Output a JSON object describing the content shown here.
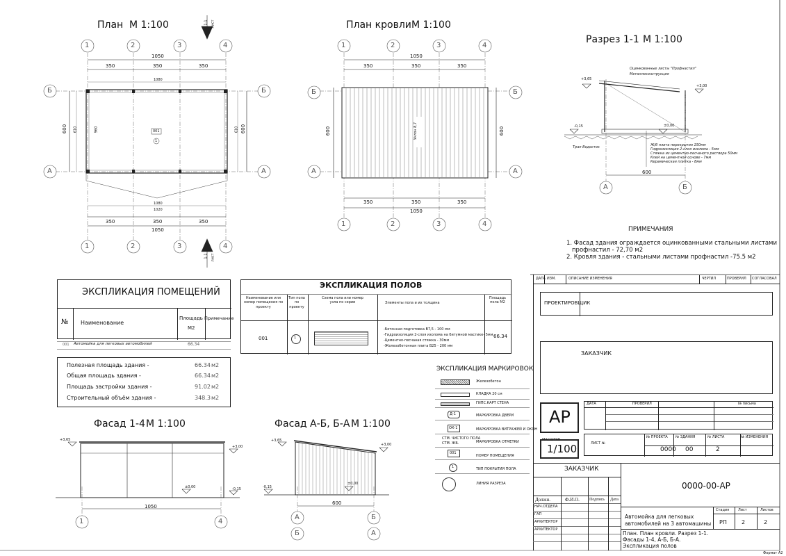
{
  "plan": {
    "title": "План",
    "scale": "М 1:100",
    "room_num": "001",
    "room_type": "1",
    "section_top": "1-1",
    "section_bottom": "1-1",
    "sheet_ref_top": "лист",
    "sheet_ref_bottom": "лист"
  },
  "roof_plan": {
    "title": "План кровли",
    "scale": "М 1:100",
    "slope_label": "Уклон 8,7"
  },
  "section": {
    "title": "Разрез 1-1",
    "scale": "М 1:100",
    "callouts": [
      "Оцинкованные листы \"Профнастил\"",
      "Металлоконструкция"
    ],
    "layers": [
      "Ж/б плита перекрытия 150мм",
      "Гидроизоляция 2-слоя изолома - 5мм",
      "Стяжка из цементно-песчаного раствора 50мм",
      "Клей на цементной основе - 7мм",
      "Керамическая плитка - 8мм"
    ],
    "drain_label": "Трап Водосток",
    "lev_365": "+3,65",
    "lev_300": "+3,00",
    "lev_000": "±0,00",
    "lev_m015": "-0,15",
    "width": "600"
  },
  "axes": {
    "numbers": [
      "1",
      "2",
      "3",
      "4"
    ],
    "letters": [
      "А",
      "Б"
    ]
  },
  "dims": {
    "total": "1050",
    "span": "350",
    "height": "600",
    "inner_total": "1080",
    "inner_h": "610",
    "roof_h": "960",
    "inner": "1020"
  },
  "notes": {
    "title": "ПРИМЕЧАНИЯ",
    "line1": "1. Фасад здания ограждается оцинкованными стальными листами",
    "line1b": "профнастил - 72,70 м2",
    "line2": "2. Кровля здания - стальными листами профнастил -75.5 м2"
  },
  "rooms": {
    "title": "ЭКСПЛИКАЦИЯ ПОМЕЩЕНИЙ",
    "col_num": "№",
    "col_name": "Наименование",
    "col_area": "Площадь",
    "col_area_unit": "М2",
    "col_note": "Примечание",
    "row": {
      "num": "001",
      "name": "Автомойка для легковых автомобилей",
      "area": "66.34"
    }
  },
  "areas": [
    {
      "label": "Полезная площадь здания -",
      "value": "66.34",
      "unit": "м2"
    },
    {
      "label": "Общая площадь здания -",
      "value": "66.34",
      "unit": "м2"
    },
    {
      "label": "Площадь застройки здания -",
      "value": "91.02",
      "unit": "м2"
    },
    {
      "label": "Строительный объём  здания -",
      "value": "348.3",
      "unit": "м2"
    }
  ],
  "floors": {
    "title": "ЭКСПЛИКАЦИЯ ПОЛОВ",
    "h1": "Наименование или номер помещения по проекту",
    "h2": "Тип пола по проекту",
    "h3": "Схема пола или номер узла по серии",
    "h4": "Элементы пола и их толщина",
    "h5": "Площадь пола М2",
    "row_num": "001",
    "row_type": "1",
    "row_area": "66.34",
    "elements": [
      "-Бетонная подготовка В7,5 - 100 мм",
      "-Гидроизоляция 2-слоя изолома на битумной мастике- 5мм",
      "-Цементно-песчаная стяжка - 30мм",
      "-Железобетонная плита В25 - 200 мм"
    ]
  },
  "markings": {
    "title": "ЭКСПЛИКАЦИЯ МАРКИРОВОК",
    "items": [
      "Железобетон",
      "КЛАДКА 20 см",
      "ГИПС.КАРТ СТЕНА",
      "МАРКИРОВКА ДВЕРИ",
      "МАРКИРОВКА ВИТРАЖЕЙ И ОКОН",
      "МАРКИРОВКА ОТМЕТКИ",
      "НОМЕР ПОМЕЩЕНИЯ",
      "ТИП ПОКРЫТИЯ ПОЛА",
      "ЛИНИЯ РАЗРЕЗА"
    ],
    "door_mark": "Д-1",
    "window_mark": "ОК-1",
    "room_mark": "001",
    "type_mark": "1",
    "elev_text1": "СТМ. ЧИСТОГО ПОЛА",
    "elev_text2": "СТМ. ЖБ."
  },
  "facade1": {
    "title": "Фасад 1-4",
    "scale": "М 1:100",
    "width": "1050"
  },
  "facade2": {
    "title": "Фасад А-Б, Б-А",
    "scale": "М 1:100",
    "width": "600"
  },
  "stamp": {
    "rev_headers": [
      "ДАТА",
      "ИЗМ.",
      "ОПИСАНИЕ ИЗМЕНЕНИЯ",
      "ЧЕРТИЛ",
      "ПРОВЕРИЛ",
      "СОГЛАСОВАЛ"
    ],
    "designer": "ПРОЕКТИРОВЩИК",
    "customer": "ЗАКАЗЧИК",
    "mark": "АР",
    "scale_label": "МАСШТАБ",
    "scale": "1/100",
    "date_header": [
      "ДАТА",
      "ПРОВЕРИЛ",
      "№ письма"
    ],
    "sheet_no_label": "ЛИСТ №",
    "proj_label": "№ ПРОЕКТА",
    "bld_label": "№ ЗДАНИЯ",
    "sheet_label": "№ ЛИСТА",
    "rev_label": "№ ИЗМЕНЕНИЯ",
    "proj_val": "0000",
    "bld_val": "00",
    "sheet_val": "2",
    "customer2": "ЗАКАЗЧИК",
    "code": "0000-00-АР",
    "sig_headers": [
      "Должн.",
      "Ф.И.О.",
      "Подпись",
      "Дата"
    ],
    "roles": [
      "НАЧ.ОТДЕЛА",
      "ГАП",
      "АРХИТЕКТОР",
      "АРХИТЕКТОР"
    ],
    "object": "Автомойка для легковых автомобилей на 3 автомашины",
    "stage_h": "Стадия",
    "sheet_h": "Лист",
    "sheets_h": "Листов",
    "stage": "РП",
    "sheet": "2",
    "sheets": "2",
    "contents": "План. План кровли. Разрез 1-1. Фасады 1-4, А-Б, Б-А. Экспликация полов",
    "format": "Формат А2"
  }
}
